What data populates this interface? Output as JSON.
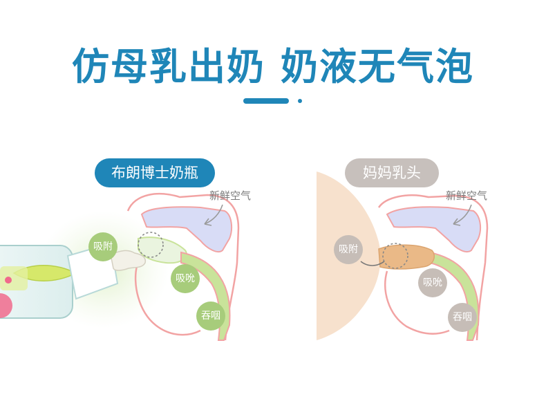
{
  "headline": {
    "part1": "仿母乳出奶",
    "part2": "奶液无气泡"
  },
  "panels": {
    "bottle": {
      "title": "布朗博士奶瓶",
      "air_label": "新鲜空气",
      "steps": [
        "吸附",
        "吸吮",
        "吞咽"
      ]
    },
    "breast": {
      "title": "妈妈乳头",
      "air_label": "新鲜空气",
      "steps": [
        "吸附",
        "吸吮",
        "吞咽"
      ]
    }
  },
  "colors": {
    "brand_blue": "#1f86b8",
    "green_bubble": "#a7cc7b",
    "gray_bubble": "#c6bdb7",
    "skin_outline": "#f2a3a3",
    "airway_fill": "#d8dcf6",
    "throat_green": "#c9e39a",
    "breast_skin": "#f6dcc4",
    "nipple": "#eab987"
  }
}
